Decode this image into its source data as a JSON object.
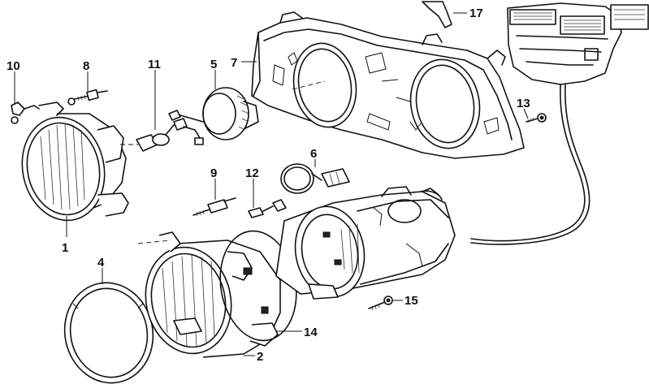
{
  "callouts": [
    {
      "id": "1",
      "text": "1"
    },
    {
      "id": "2",
      "text": "2"
    },
    {
      "id": "4",
      "text": "4"
    },
    {
      "id": "5",
      "text": "5"
    },
    {
      "id": "6",
      "text": "6"
    },
    {
      "id": "7",
      "text": "7"
    },
    {
      "id": "8",
      "text": "8"
    },
    {
      "id": "9",
      "text": "9"
    },
    {
      "id": "10",
      "text": "10"
    },
    {
      "id": "11",
      "text": "11"
    },
    {
      "id": "12",
      "text": "12"
    },
    {
      "id": "13",
      "text": "13"
    },
    {
      "id": "14",
      "text": "14"
    },
    {
      "id": "15",
      "text": "15"
    },
    {
      "id": "17",
      "text": "17"
    }
  ]
}
